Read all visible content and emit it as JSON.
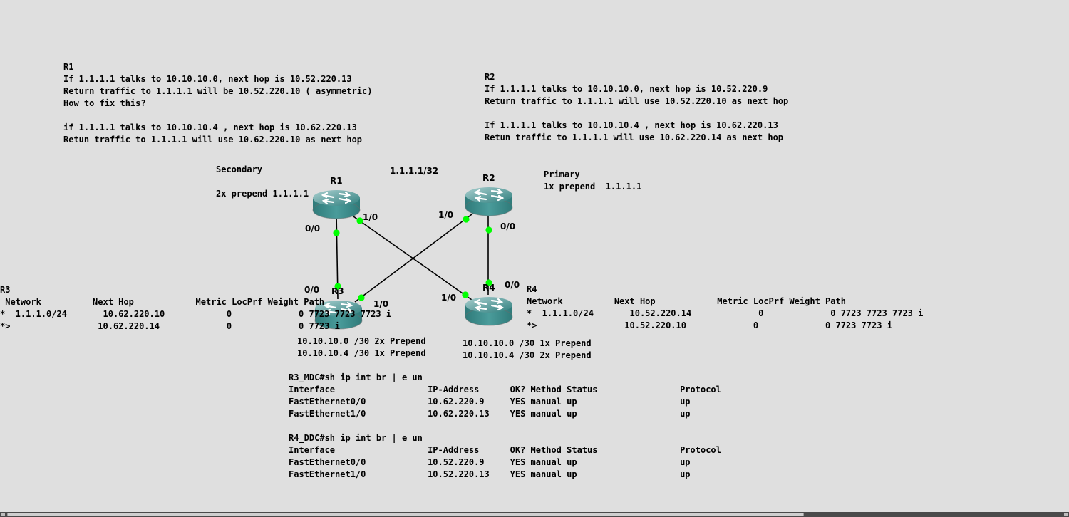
{
  "notes": {
    "r1": "R1\nIf 1.1.1.1 talks to 10.10.10.0, next hop is 10.52.220.13\nReturn traffic to 1.1.1.1 will be 10.52.220.10 ( asymmetric)\nHow to fix this?\n\nif 1.1.1.1 talks to 10.10.10.4 , next hop is 10.62.220.13\nRetun traffic to 1.1.1.1 will use 10.62.220.10 as next hop",
    "r2": "R2\nIf 1.1.1.1 talks to 10.10.10.0, next hop is 10.52.220.9\nReturn traffic to 1.1.1.1 will use 10.52.220.10 as next hop\n\nIf 1.1.1.1 talks to 10.10.10.4 , next hop is 10.62.220.13\nRetun traffic to 1.1.1.1 will use 10.62.220.14 as next hop",
    "secondary": "Secondary\n\n2x prepend 1.1.1.1",
    "loopback": "1.1.1.1/32",
    "primary": "Primary\n1x prepend  1.1.1.1",
    "r3_table": "R3\n Network          Next Hop            Metric LocPrf Weight Path\n*  1.1.1.0/24       10.62.220.10            0             0 7723 7723 7723 i\n*>                 10.62.220.14             0             0 7723 i",
    "r4_table": "R4\nNetwork          Next Hop            Metric LocPrf Weight Path\n*  1.1.1.0/24       10.52.220.14             0             0 7723 7723 7723 i\n*>                 10.52.220.10             0             0 7723 7723 i",
    "r3_prepend": "10.10.10.0 /30 2x Prepend\n10.10.10.4 /30 1x Prepend",
    "r4_prepend": "10.10.10.0 /30 1x Prepend\n10.10.10.4 /30 2x Prepend",
    "r3_intf": "R3_MDC#sh ip int br | e un\nInterface                  IP-Address      OK? Method Status                Protocol\nFastEthernet0/0            10.62.220.9     YES manual up                    up\nFastEthernet1/0            10.62.220.13    YES manual up                    up",
    "r4_intf": "R4_DDC#sh ip int br | e un\nInterface                  IP-Address      OK? Method Status                Protocol\nFastEthernet0/0            10.52.220.9     YES manual up                    up\nFastEthernet1/0            10.52.220.13    YES manual up                    up"
  },
  "routers": {
    "r1": {
      "name": "R1"
    },
    "r2": {
      "name": "R2"
    },
    "r3": {
      "name": "R3"
    },
    "r4": {
      "name": "R4"
    }
  },
  "ports": {
    "r1_00": "0/0",
    "r1_10": "1/0",
    "r2_10": "1/0",
    "r2_00": "0/0",
    "r3_00": "0/0",
    "r3_10": "1/0",
    "r4_10": "1/0",
    "r4_00": "0/0"
  },
  "colors": {
    "background": "#dfdfdf",
    "link_up": "#00ff00",
    "router_body": "#3d8d8c"
  },
  "icons": {
    "router": "router-icon"
  }
}
